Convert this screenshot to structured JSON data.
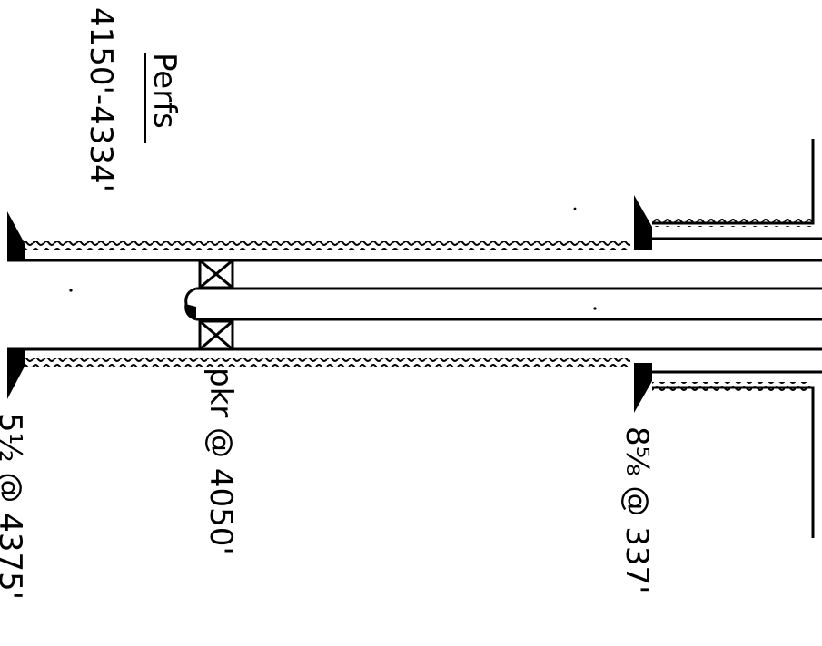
{
  "labels": {
    "perfs_title": "Perfs",
    "perfs_range": "4150'-4334'",
    "packer": "pkr @ 4050'",
    "casing_5_5": "5½ @ 4375'",
    "casing_8_5_8": "8⅝ @ 337'"
  },
  "colors": {
    "ink": "#000000",
    "paper": "#ffffff"
  }
}
